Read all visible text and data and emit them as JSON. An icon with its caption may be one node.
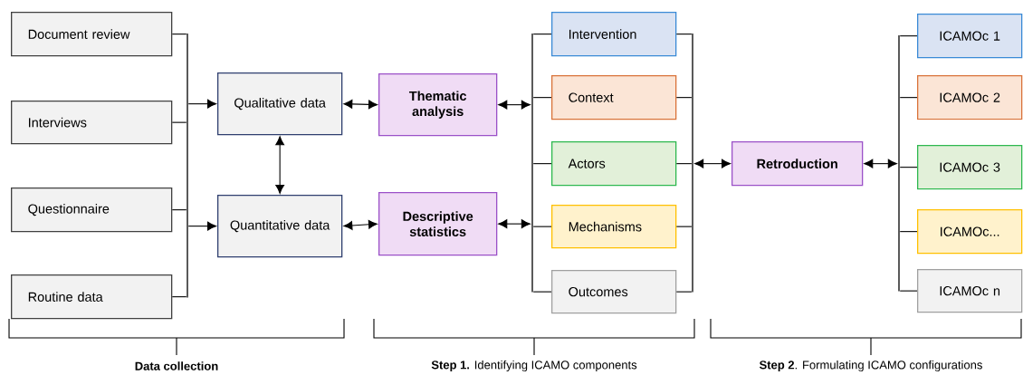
{
  "diagram": {
    "nodes": [
      {
        "text": [
          "Document review"
        ]
      },
      {
        "text": [
          "Interviews"
        ]
      },
      {
        "text": [
          "Questionnaire"
        ]
      },
      {
        "text": [
          "Routine data"
        ]
      },
      {
        "text": [
          "Qualitative data"
        ]
      },
      {
        "text": [
          "Quantitative data"
        ]
      },
      {
        "text": [
          "Thematic analysis"
        ]
      },
      {
        "text": [
          "Descriptive statistics"
        ]
      },
      {
        "text": [
          "Intervention"
        ]
      },
      {
        "text": [
          "Context"
        ]
      },
      {
        "text": [
          "Actors"
        ]
      },
      {
        "text": [
          "Mechanisms"
        ]
      },
      {
        "text": [
          "Outcomes"
        ]
      },
      {
        "text": [
          "Retroduction"
        ]
      },
      {
        "text": [
          "ICAMOc 1"
        ]
      },
      {
        "text": [
          "ICAMOc 2"
        ]
      },
      {
        "text": [
          "ICAMOc 3"
        ]
      },
      {
        "text": [
          "ICAMOc..."
        ]
      },
      {
        "text": [
          "ICAMOc n"
        ]
      },
      {
        "text": [],
        "shape": "bar"
      },
      {
        "text": [],
        "shape": "bar"
      },
      {
        "text": [],
        "shape": "bar"
      },
      {
        "text": [],
        "shape": "bar"
      }
    ],
    "edges": [
      {
        "from": 0,
        "to": 19,
        "arrow": "none"
      },
      {
        "from": 1,
        "to": 19,
        "arrow": "none"
      },
      {
        "from": 2,
        "to": 19,
        "arrow": "none"
      },
      {
        "from": 3,
        "to": 19,
        "arrow": "none"
      },
      {
        "from": 19,
        "to": 4,
        "arrow": "to"
      },
      {
        "from": 19,
        "to": 5,
        "arrow": "to"
      },
      {
        "from": 4,
        "to": 5,
        "arrow": "both"
      },
      {
        "from": 4,
        "to": 6,
        "arrow": "both"
      },
      {
        "from": 5,
        "to": 7,
        "arrow": "both"
      },
      {
        "from": 6,
        "to": 20,
        "arrow": "both"
      },
      {
        "from": 7,
        "to": 20,
        "arrow": "both"
      },
      {
        "from": 20,
        "to": 8,
        "arrow": "none"
      },
      {
        "from": 20,
        "to": 9,
        "arrow": "none"
      },
      {
        "from": 20,
        "to": 10,
        "arrow": "none"
      },
      {
        "from": 20,
        "to": 11,
        "arrow": "none"
      },
      {
        "from": 20,
        "to": 12,
        "arrow": "none"
      },
      {
        "from": 8,
        "to": 21,
        "arrow": "none"
      },
      {
        "from": 9,
        "to": 21,
        "arrow": "none"
      },
      {
        "from": 10,
        "to": 21,
        "arrow": "none"
      },
      {
        "from": 11,
        "to": 21,
        "arrow": "none"
      },
      {
        "from": 12,
        "to": 21,
        "arrow": "none"
      },
      {
        "from": 21,
        "to": 13,
        "arrow": "both"
      },
      {
        "from": 13,
        "to": 22,
        "arrow": "both"
      },
      {
        "from": 22,
        "to": 14,
        "arrow": "none"
      },
      {
        "from": 22,
        "to": 15,
        "arrow": "none"
      },
      {
        "from": 22,
        "to": 16,
        "arrow": "none"
      },
      {
        "from": 22,
        "to": 17,
        "arrow": "none"
      },
      {
        "from": 22,
        "to": 18,
        "arrow": "none"
      }
    ],
    "labels": [
      "Data collection",
      "**Step 1.** Identifying ICAMO components",
      "**Step 2**. Formulating ICAMO configurations"
    ]
  }
}
